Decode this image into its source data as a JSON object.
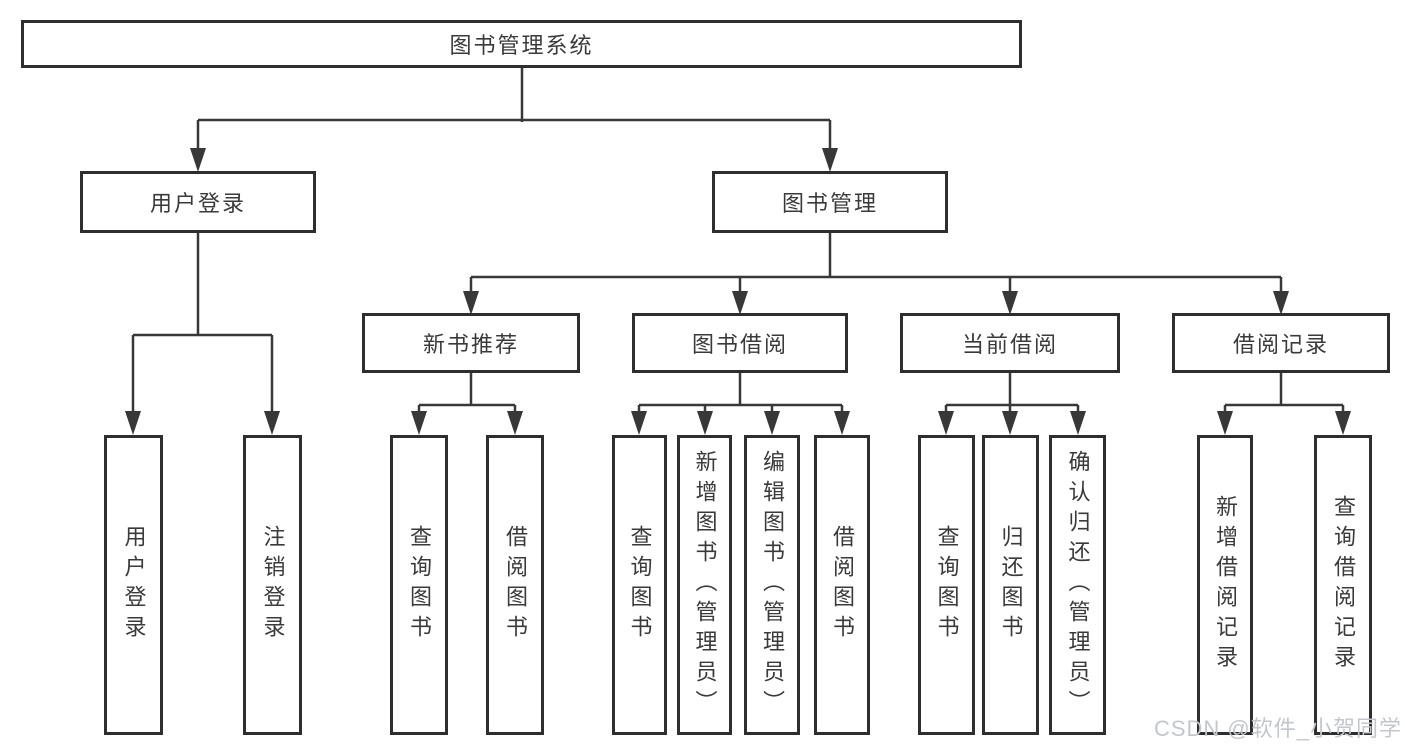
{
  "diagram": {
    "root": "图书管理系统",
    "level2": [
      {
        "label": "用户登录",
        "children": [
          "用户登录",
          "注销登录"
        ]
      },
      {
        "label": "图书管理",
        "sections": [
          {
            "label": "新书推荐",
            "children": [
              "查询图书",
              "借阅图书"
            ]
          },
          {
            "label": "图书借阅",
            "children": [
              "查询图书",
              "新增图书（管理员）",
              "编辑图书（管理员）",
              "借阅图书"
            ]
          },
          {
            "label": "当前借阅",
            "children": [
              "查询图书",
              "归还图书",
              "确认归还（管理员）"
            ]
          },
          {
            "label": "借阅记录",
            "children": [
              "新增借阅记录",
              "查询借阅记录"
            ]
          }
        ]
      }
    ]
  },
  "watermark": {
    "text": "CSDN @软件_小贺同学"
  },
  "colors": {
    "line": "#383838",
    "box_border": "#2e2e2e",
    "text": "#3a3a3a",
    "watermark": "#c3c7cc",
    "background": "#ffffff"
  }
}
